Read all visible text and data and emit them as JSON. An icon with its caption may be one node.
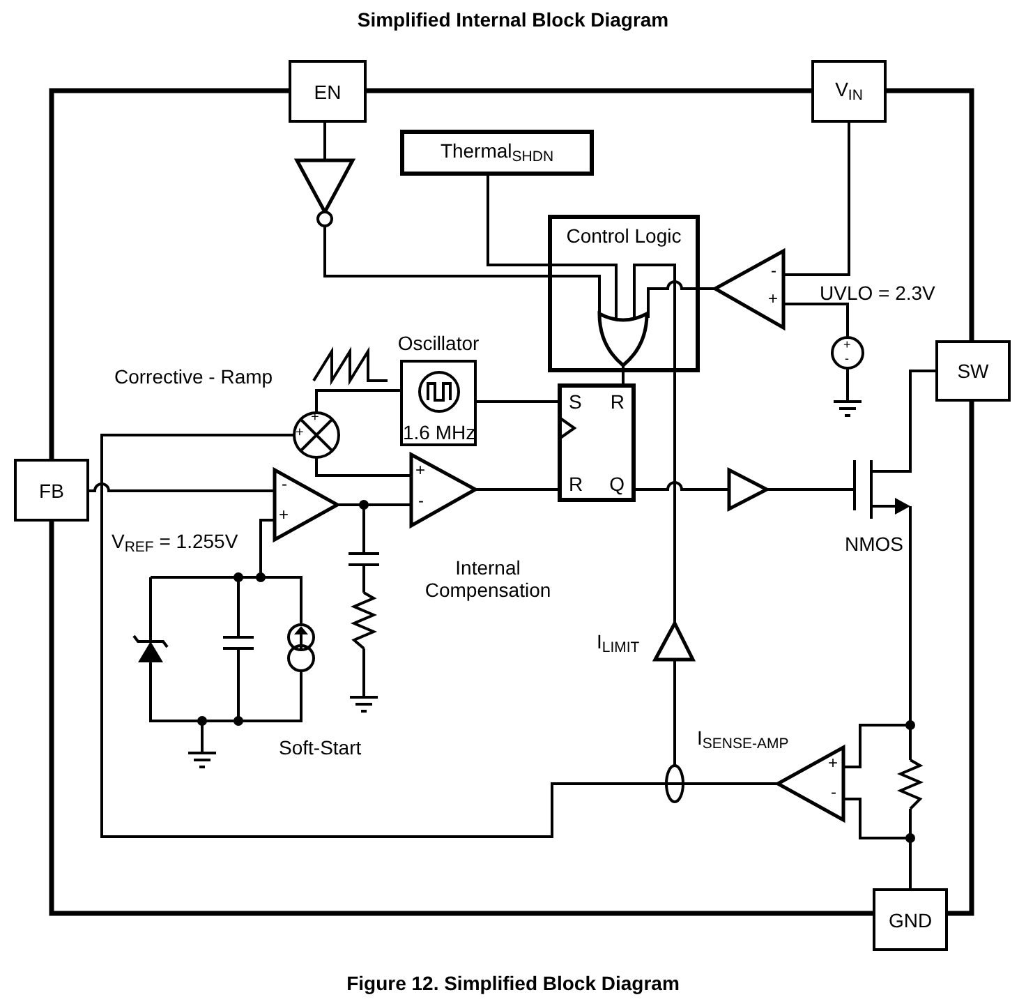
{
  "diagram": {
    "title": "Simplified Internal Block Diagram",
    "caption": "Figure 12.  Simplified Block Diagram",
    "nodes": [
      {
        "text": [
          "EN"
        ]
      },
      {
        "text": [
          "V$_{IN}$"
        ]
      },
      {
        "text": [
          "Thermal$_{SHDN}$"
        ]
      },
      {
        "text": [
          "Control Logic"
        ]
      },
      {
        "text": [
          "1.6 MHz"
        ],
        "beside": [
          "Oscillator"
        ]
      },
      {
        "text": [
          "S",
          "R",
          "R",
          "Q"
        ]
      },
      {
        "text": [
          "SW"
        ]
      },
      {
        "text": [
          "FB"
        ]
      },
      {
        "text": [
          "GND"
        ]
      }
    ],
    "edges": [
      {
        "from": 2,
        "to": 3,
        "arrow": "none"
      },
      {
        "from": 3,
        "to": 5,
        "arrow": "none"
      },
      {
        "from": 4,
        "to": 5,
        "arrow": "none"
      }
    ],
    "labels": [
      "-",
      "UVLO = 2.3V",
      "+",
      "+",
      "-",
      "Corrective - Ramp",
      "+",
      "+",
      "+",
      "-",
      "-",
      "+",
      "V$_{REF}$ = 1.255V",
      "NMOS",
      "Internal Compensation",
      "I$_{LIMIT}$",
      "I$_{SENSE-AMP}$",
      "Soft-Start",
      "+",
      "-"
    ]
  }
}
